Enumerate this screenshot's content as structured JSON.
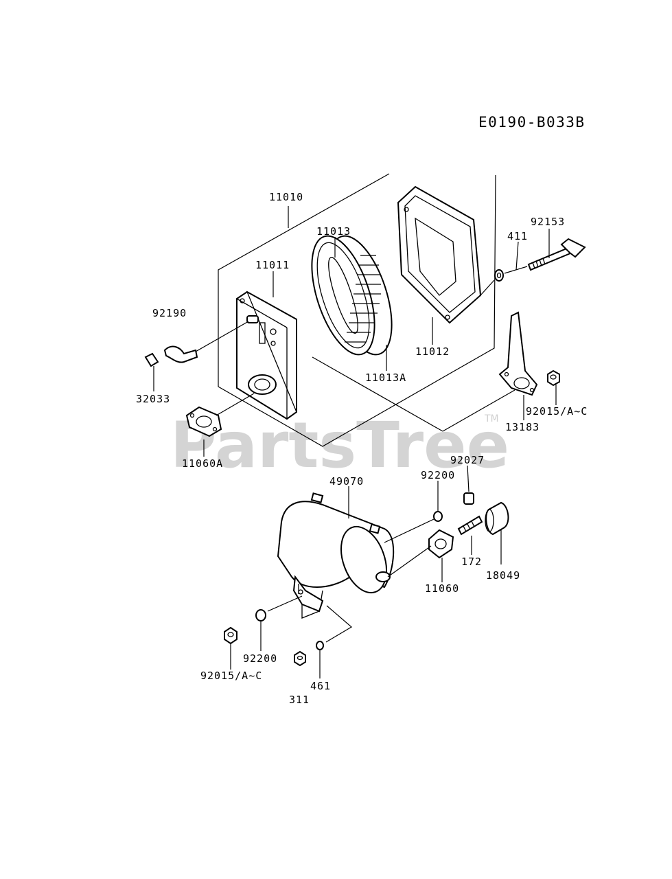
{
  "diagram_code": "E0190-B033B",
  "watermark": "PartsTree",
  "trademark": "TM",
  "parts": {
    "p11010": "11010",
    "p11011": "11011",
    "p11013": "11013",
    "p11013A": "11013A",
    "p11012": "11012",
    "p411": "411",
    "p92153": "92153",
    "p92190": "92190",
    "p32033": "32033",
    "p11060A": "11060A",
    "p13183": "13183",
    "p92015_right": "92015/A~C",
    "p92027": "92027",
    "p92200_top": "92200",
    "p49070": "49070",
    "p172": "172",
    "p18049": "18049",
    "p11060": "11060",
    "p92200_bottom": "92200",
    "p92015_bottom": "92015/A~C",
    "p461": "461",
    "p311": "311"
  }
}
